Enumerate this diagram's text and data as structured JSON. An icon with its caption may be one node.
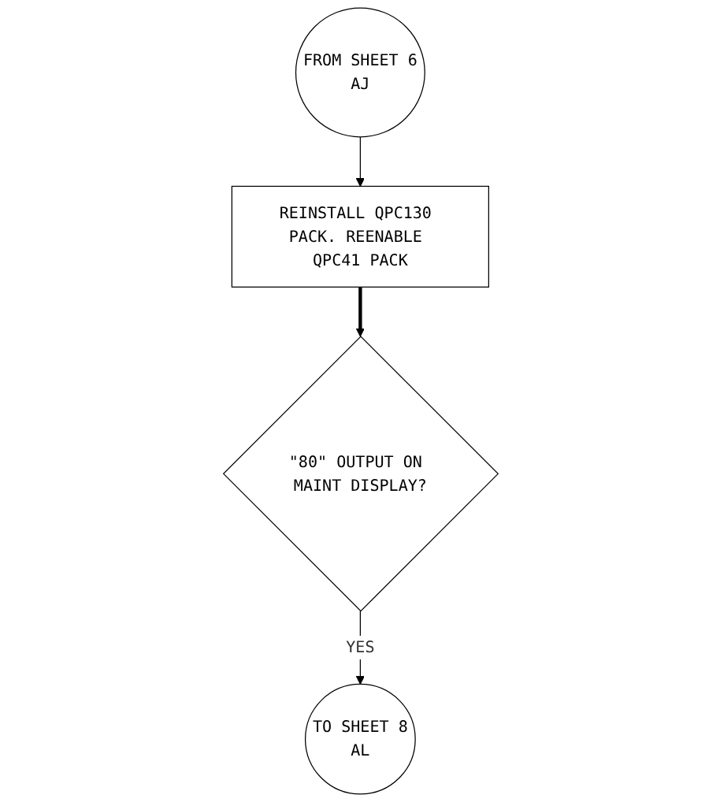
{
  "diagram": {
    "nodes": [
      {
        "text": [
          "FROM SHEET 6",
          "AJ"
        ]
      },
      {
        "text": [
          "REINSTALL QPC130 PACK. REENABLE QPC41 PACK"
        ]
      },
      {
        "text": [
          "\"80\" OUTPUT ON MAINT DISPLAY?"
        ]
      },
      {
        "text": [
          "TO SHEET 8",
          "AL"
        ]
      }
    ],
    "edges": [
      {
        "from": 0,
        "to": 1,
        "arrow": "to"
      },
      {
        "from": 1,
        "to": 2,
        "arrow": "to",
        "style": "thick"
      },
      {
        "from": 2,
        "to": 3,
        "arrow": "to",
        "label": "YES"
      }
    ]
  }
}
